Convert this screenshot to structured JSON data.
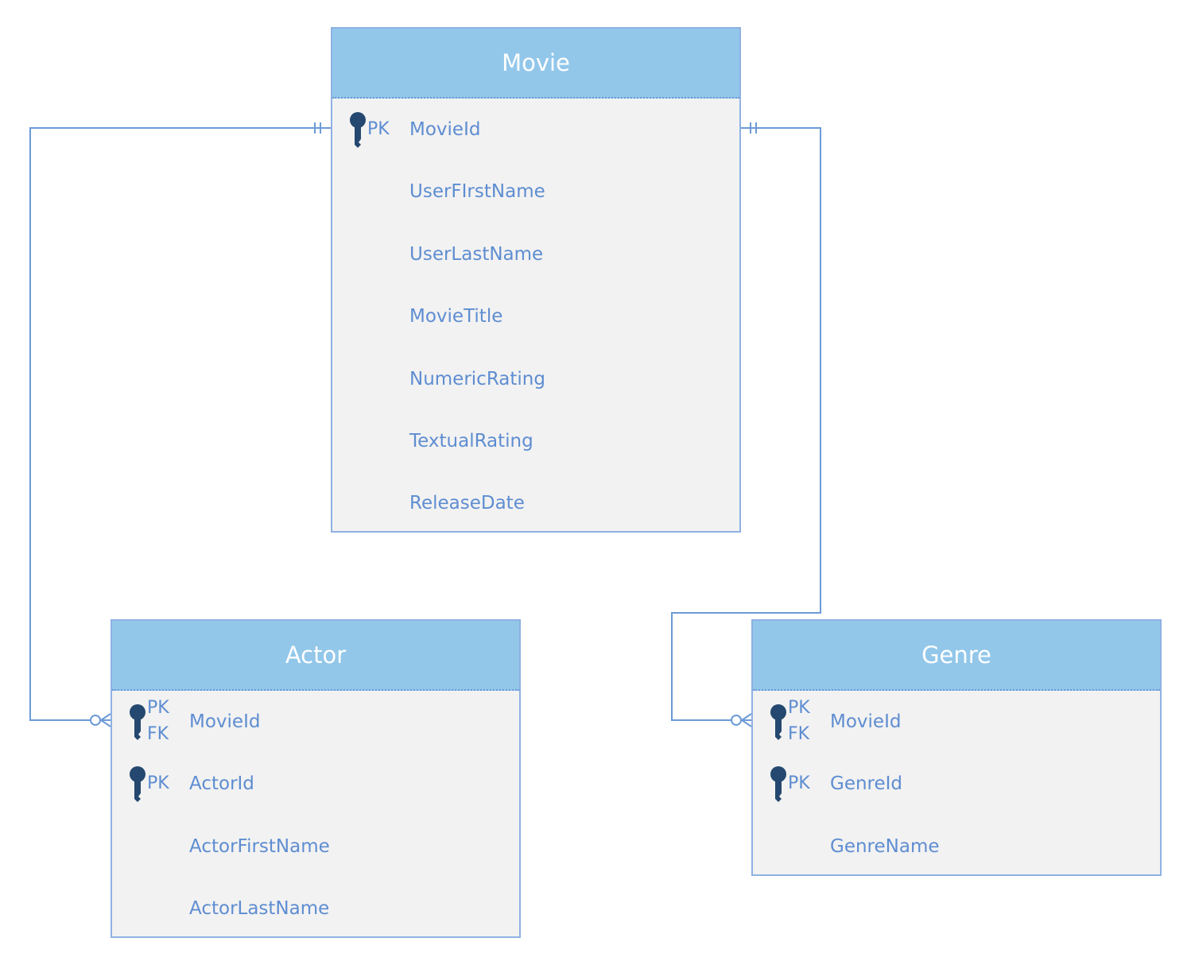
{
  "colors": {
    "header_fill": "#92c7ea",
    "body_fill": "#f2f2f2",
    "border": "#8fb1e3",
    "text": "#5e8dd1",
    "connector": "#6c9bd6",
    "key_icon": "#24486f"
  },
  "entities": {
    "movie": {
      "title": "Movie",
      "attributes": [
        {
          "name": "MovieId",
          "key": "PK",
          "key_icon": "key-icon"
        },
        {
          "name": "UserFIrstName"
        },
        {
          "name": "UserLastName"
        },
        {
          "name": "MovieTitle"
        },
        {
          "name": "NumericRating"
        },
        {
          "name": "TextualRating"
        },
        {
          "name": "ReleaseDate"
        }
      ]
    },
    "actor": {
      "title": "Actor",
      "attributes": [
        {
          "name": "MovieId",
          "key": "PK",
          "key2": "FK",
          "key_icon": "key-icon"
        },
        {
          "name": "ActorId",
          "key": "PK",
          "key_icon": "key-icon"
        },
        {
          "name": "ActorFirstName"
        },
        {
          "name": "ActorLastName"
        }
      ]
    },
    "genre": {
      "title": "Genre",
      "attributes": [
        {
          "name": "MovieId",
          "key": "PK",
          "key2": "FK",
          "key_icon": "key-icon"
        },
        {
          "name": "GenreId",
          "key": "PK",
          "key_icon": "key-icon"
        },
        {
          "name": "GenreName"
        }
      ]
    }
  },
  "relationships": [
    {
      "from": "Movie.MovieId",
      "from_cardinality": "exactly-one",
      "to": "Actor.MovieId",
      "to_cardinality": "zero-or-many"
    },
    {
      "from": "Movie.MovieId",
      "from_cardinality": "exactly-one",
      "to": "Genre.MovieId",
      "to_cardinality": "zero-or-many"
    }
  ]
}
